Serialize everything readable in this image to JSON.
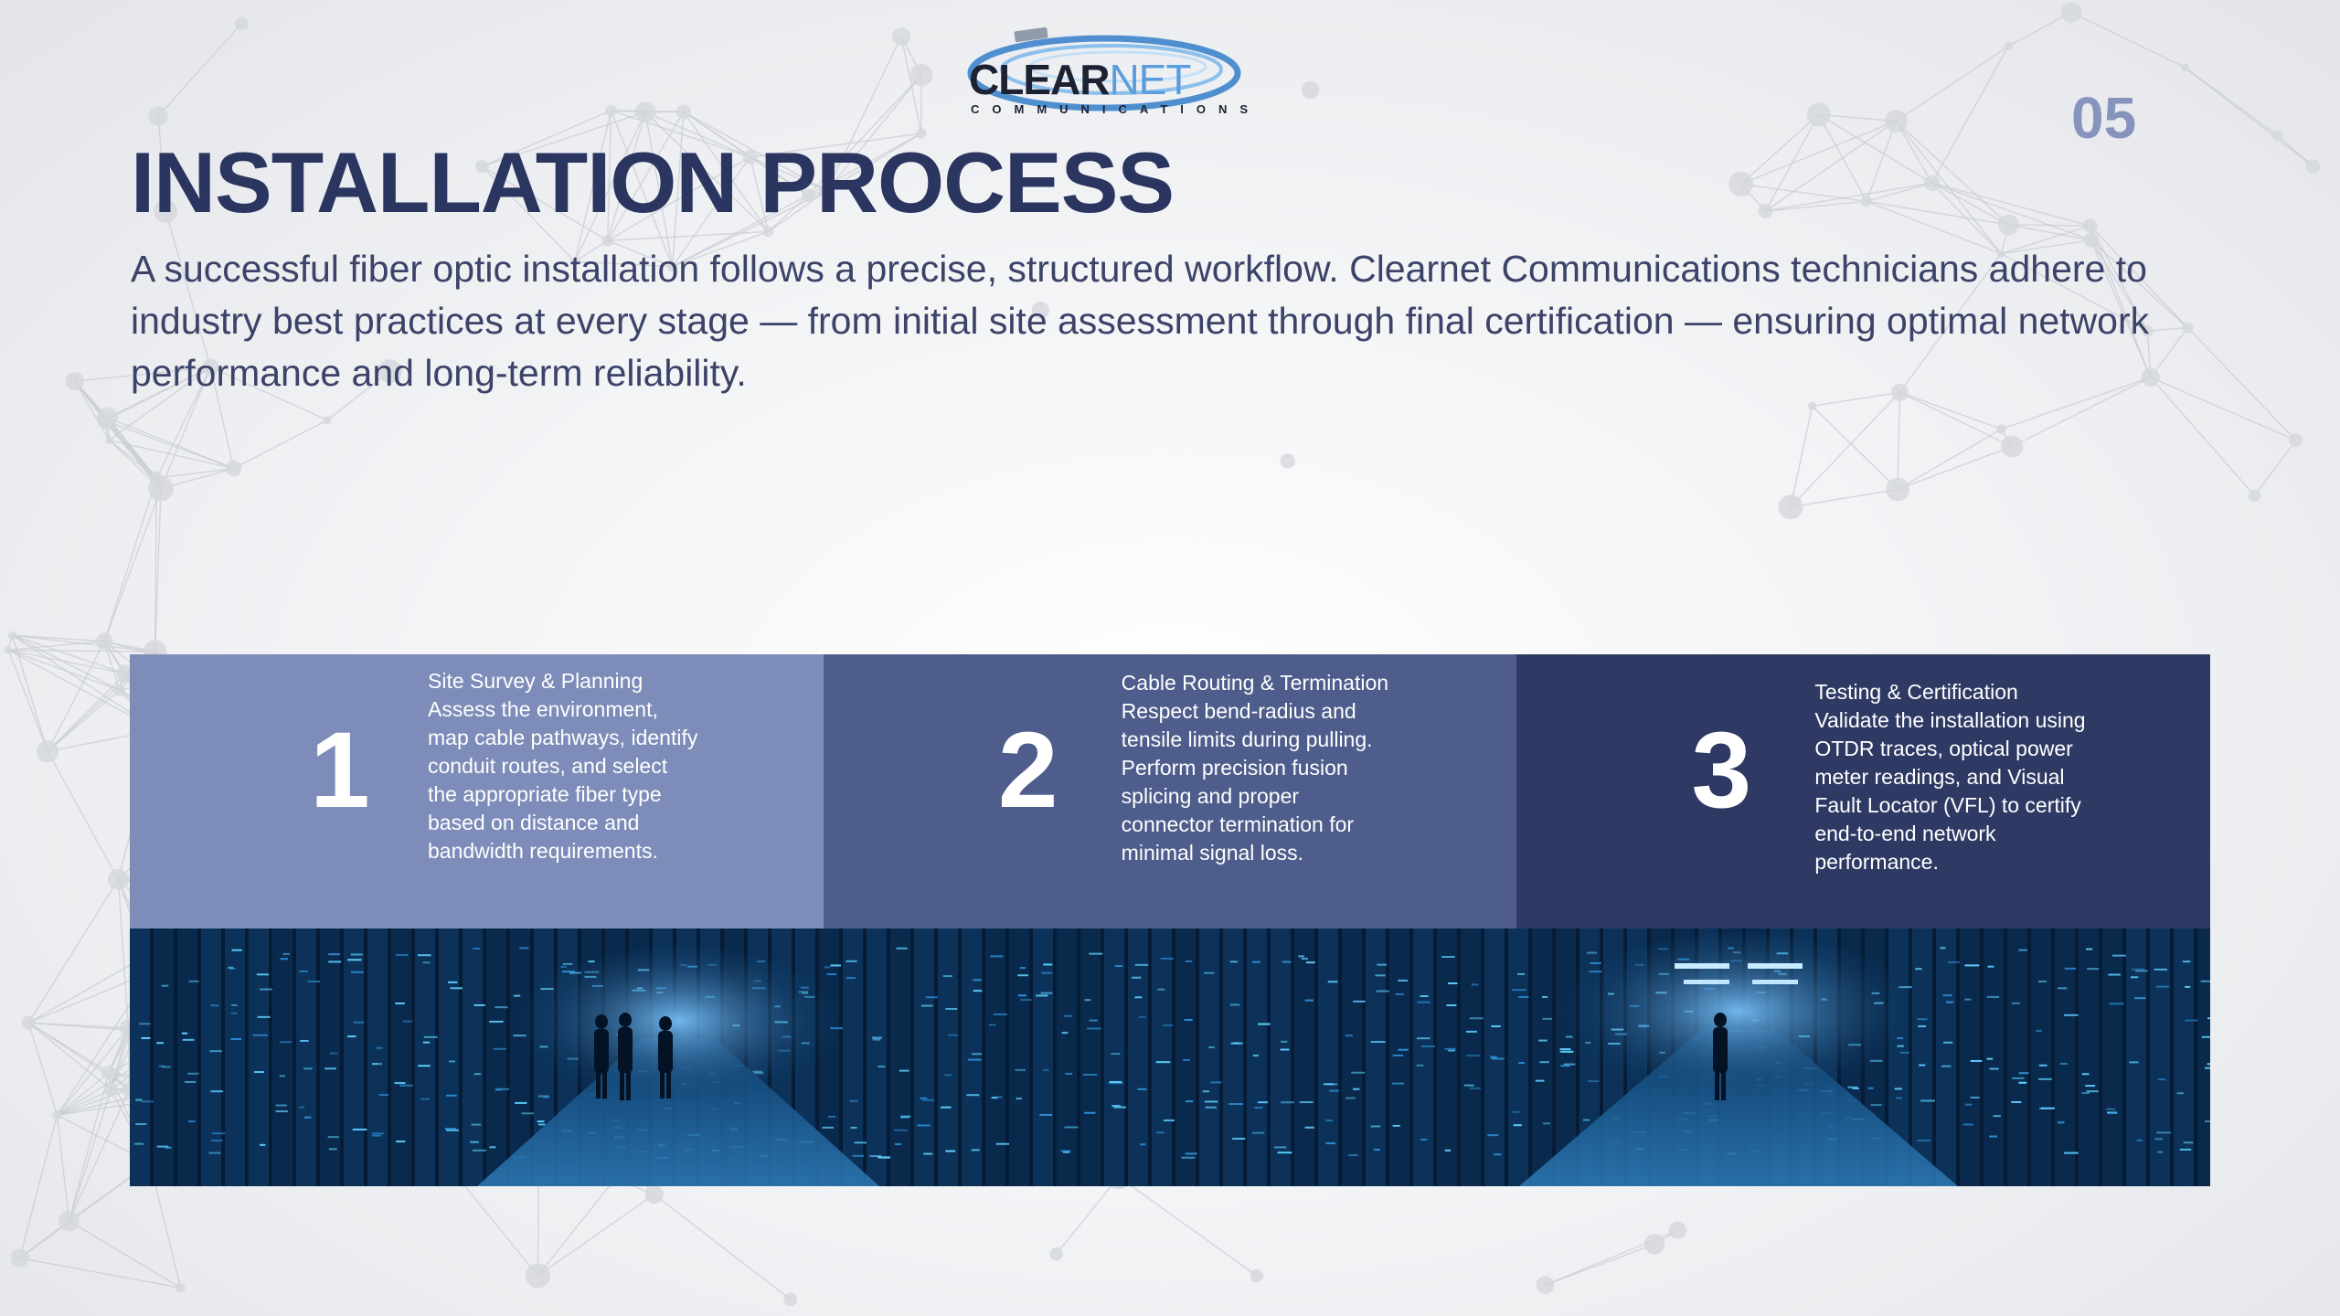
{
  "brand": {
    "name_part1": "CLEAR",
    "name_part2": "NET",
    "tagline": "COMMUNICATIONS",
    "colors": {
      "navy": "#2a3560",
      "accent": "#5b9ddb"
    }
  },
  "page": {
    "number": "05"
  },
  "header": {
    "title": "INSTALLATION PROCESS",
    "intro": "A successful fiber optic installation follows a precise, structured workflow. Clearnet Communications technicians adhere to industry best practices at every stage — from initial site assessment through final certification — ensuring optimal network performance and long-term reliability."
  },
  "steps": [
    {
      "number": "1",
      "title": "Site Survey & Planning",
      "description": "Assess the environment, map cable pathways, identify conduit routes, and select the appropriate fiber type based on distance and bandwidth requirements.",
      "color": "#7d8cb8"
    },
    {
      "number": "2",
      "title": "Cable Routing & Termination",
      "description": "Respect bend-radius and tensile limits during pulling. Perform precision fusion splicing and proper connector termination for minimal signal loss.",
      "color": "#4e5d8b"
    },
    {
      "number": "3",
      "title": "Testing & Certification",
      "description": "Validate the installation using OTDR traces, optical power meter readings, and Visual Fault Locator (VFL) to certify end-to-end network performance.",
      "color": "#2e3a64"
    }
  ],
  "image": {
    "subject": "data-center-server-corridor"
  }
}
